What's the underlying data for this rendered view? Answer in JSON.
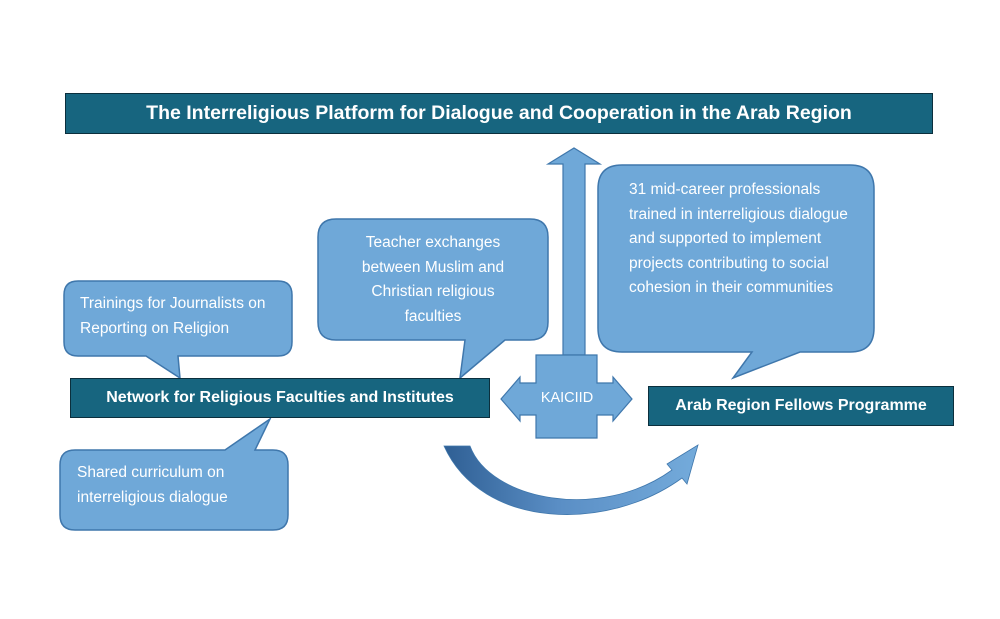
{
  "title": "The Interreligious Platform for Dialogue and Cooperation in the Arab Region",
  "network_label": "Network for Religious Faculties and Institutes",
  "fellows_label": "Arab Region Fellows Programme",
  "kaiciid_label": "KAICIID",
  "bubbles": {
    "journalists": "Trainings for Journalists on Reporting on Religion",
    "teacher": "Teacher exchanges between Muslim and Christian religious faculties",
    "fellows": "31 mid-career professionals trained in interreligious dialogue and supported to implement projects contributing to social cohesion in their communities",
    "curriculum": "Shared curriculum on interreligious dialogue"
  },
  "colors": {
    "dark_box": "#17657f",
    "bubble": "#6fa8d8",
    "bubble_border": "#3f77ac",
    "arrow": "#6fa8d8"
  }
}
